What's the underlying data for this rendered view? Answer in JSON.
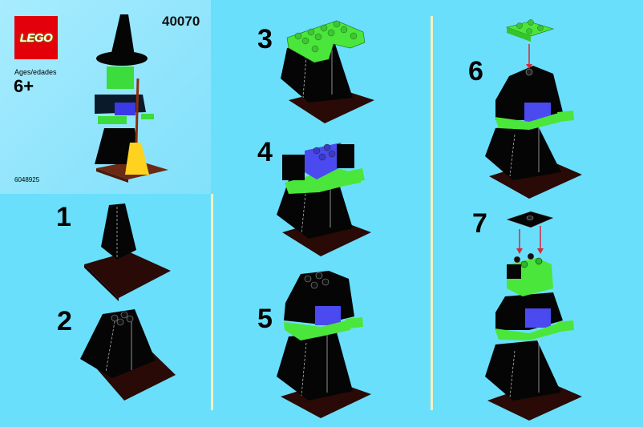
{
  "cover": {
    "brand": "LEGO",
    "ages_label": "Ages/edades",
    "age_value": "6+",
    "set_number": "40070",
    "item_code": "6048925",
    "model": "witch-minifig-model"
  },
  "steps": [
    {
      "number": "1",
      "description": "black slope on dark brown 4x4 plate"
    },
    {
      "number": "2",
      "description": "second black slope added"
    },
    {
      "number": "3",
      "description": "green plate added on top"
    },
    {
      "number": "4",
      "description": "blue and black bricks added"
    },
    {
      "number": "5",
      "description": "black slopes added on top"
    },
    {
      "number": "6",
      "description": "green 2x2 plate attached"
    },
    {
      "number": "7",
      "description": "green brick and black hat tile attached"
    }
  ],
  "colors": {
    "background": "#6ADFFC",
    "cover_panel": "#9EE8FD",
    "divider": "#F3F2C0",
    "lego_red": "#E3000B",
    "brick_black": "#050505",
    "plate_brown": "#2A0A06",
    "brick_green": "#4BE63B",
    "brick_blue": "#4A4AF0",
    "arrow_red": "#D2283A",
    "broom_yellow": "#FFD21F"
  }
}
